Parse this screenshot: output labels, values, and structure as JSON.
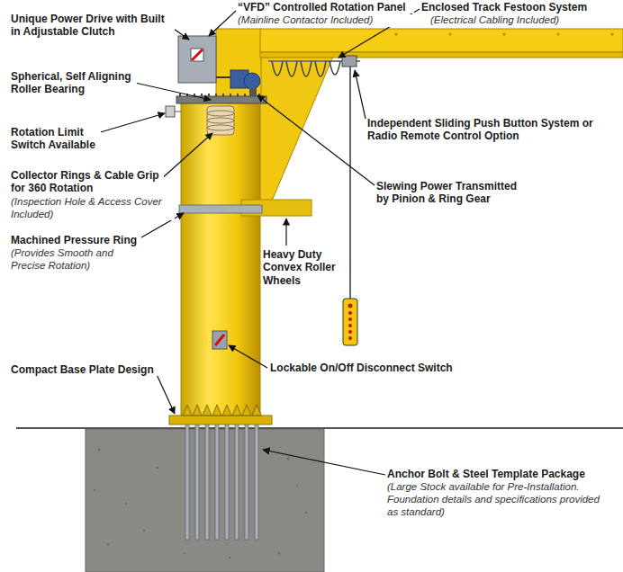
{
  "diagram": {
    "labels": [
      "Unique Power Drive with Built in Adjustable Clutch",
      "“VFD” Controlled Rotation Panel",
      "(Mainline Contactor Included)",
      "Enclosed Track Festoon System",
      "(Electrical Cabling Included)",
      "Spherical, Self Aligning Roller Bearing",
      "Rotation Limit Switch Available",
      "Independent Sliding Push Button System or Radio Remote Control Option",
      "Collector Rings & Cable Grip for 360 Rotation",
      "(Inspection Hole & Access Cover Included)",
      "Slewing Power Transmitted by Pinion & Ring Gear",
      "Machined Pressure Ring",
      "(Provides Smooth and Precise Rotation)",
      "Heavy Duty Convex Roller Wheels",
      "Lockable On/Off Disconnect Switch",
      "Compact Base Plate Design",
      "Anchor Bolt & Steel Template Package",
      "(Large Stock available for Pre-Installation. Foundation details and specifications provided as standard)"
    ]
  }
}
